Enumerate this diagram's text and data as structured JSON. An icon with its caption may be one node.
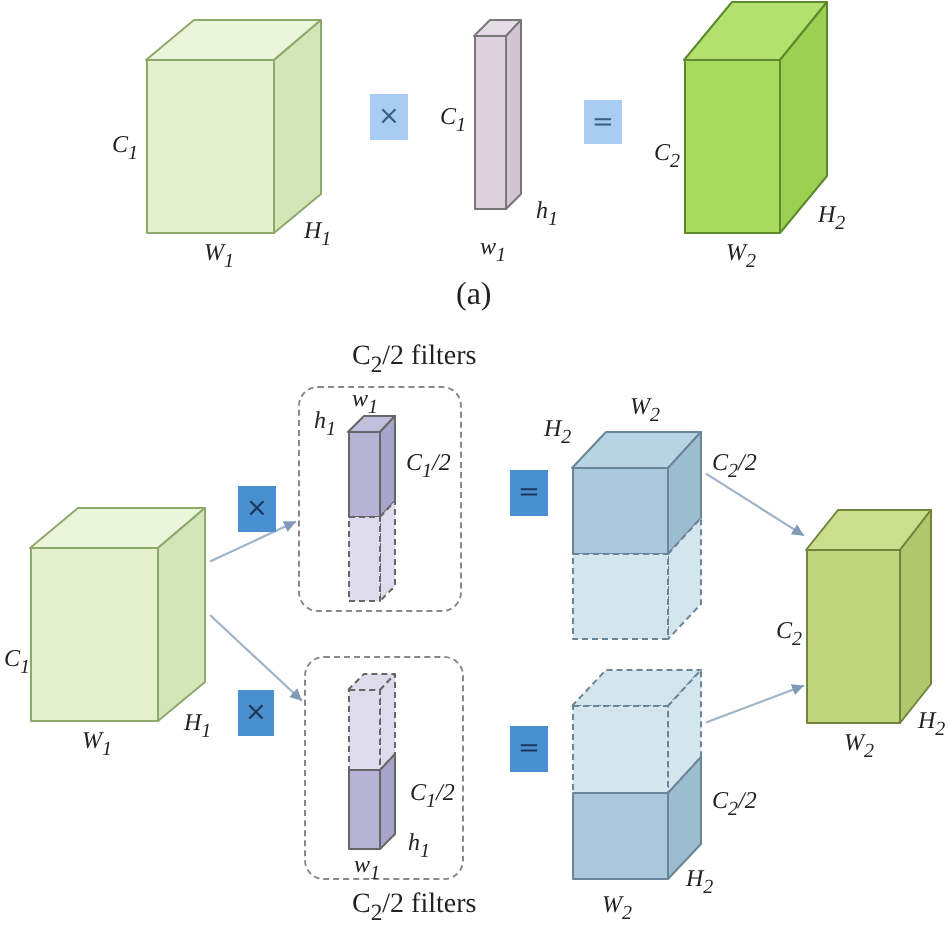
{
  "diagram": {
    "nodes": [
      {
        "text": [],
        "shape": "cube",
        "beside": [
          "C$_{1}$",
          "W$_{1}$",
          "H$_{1}$"
        ]
      },
      {
        "text": [
          "×"
        ]
      },
      {
        "text": [],
        "shape": "bar",
        "beside": [
          "C$_{1}$",
          "h$_{1}$",
          "w$_{1}$"
        ]
      },
      {
        "text": [
          "="
        ]
      },
      {
        "text": [],
        "shape": "cube",
        "beside": [
          "C$_{2}$",
          "H$_{2}$",
          "W$_{2}$"
        ]
      },
      {
        "text": [
          "C$_{2}$/2 filters"
        ]
      },
      {
        "text": [],
        "shape": "bar",
        "in": 5,
        "beside": [
          "w$_{1}$",
          "h$_{1}$",
          "C$_{1}$/2"
        ]
      },
      {
        "text": [
          "×"
        ]
      },
      {
        "text": [],
        "shape": "cube",
        "beside": [
          "C$_{1}$",
          "W$_{1}$",
          "H$_{1}$"
        ]
      },
      {
        "text": [],
        "shape": "cube",
        "beside": [
          "W$_{2}$",
          "H$_{2}$",
          "C$_{2}$/2"
        ]
      },
      {
        "text": [
          "="
        ]
      },
      {
        "text": [],
        "shape": "cube",
        "beside": [
          "C$_{2}$",
          "W$_{2}$",
          "H$_{2}$"
        ]
      },
      {
        "text": [
          "×"
        ]
      },
      {
        "text": [
          "="
        ]
      },
      {
        "text": [
          "C$_{2}$/2 filters"
        ]
      },
      {
        "text": [],
        "shape": "bar",
        "in": 14,
        "beside": [
          "C$_{1}$/2",
          "h$_{1}$",
          "w$_{1}$"
        ]
      },
      {
        "text": [],
        "shape": "cube",
        "beside": [
          "C$_{2}$/2",
          "H$_{2}$",
          "W$_{2}$"
        ]
      }
    ],
    "edges": [
      {
        "from": 8,
        "to": 5,
        "arrow": "to"
      },
      {
        "from": 8,
        "to": 14,
        "arrow": "to"
      },
      {
        "from": 9,
        "to": 11,
        "arrow": "to"
      },
      {
        "from": 16,
        "to": 11,
        "arrow": "to"
      }
    ],
    "labels": [
      "(a)"
    ]
  }
}
